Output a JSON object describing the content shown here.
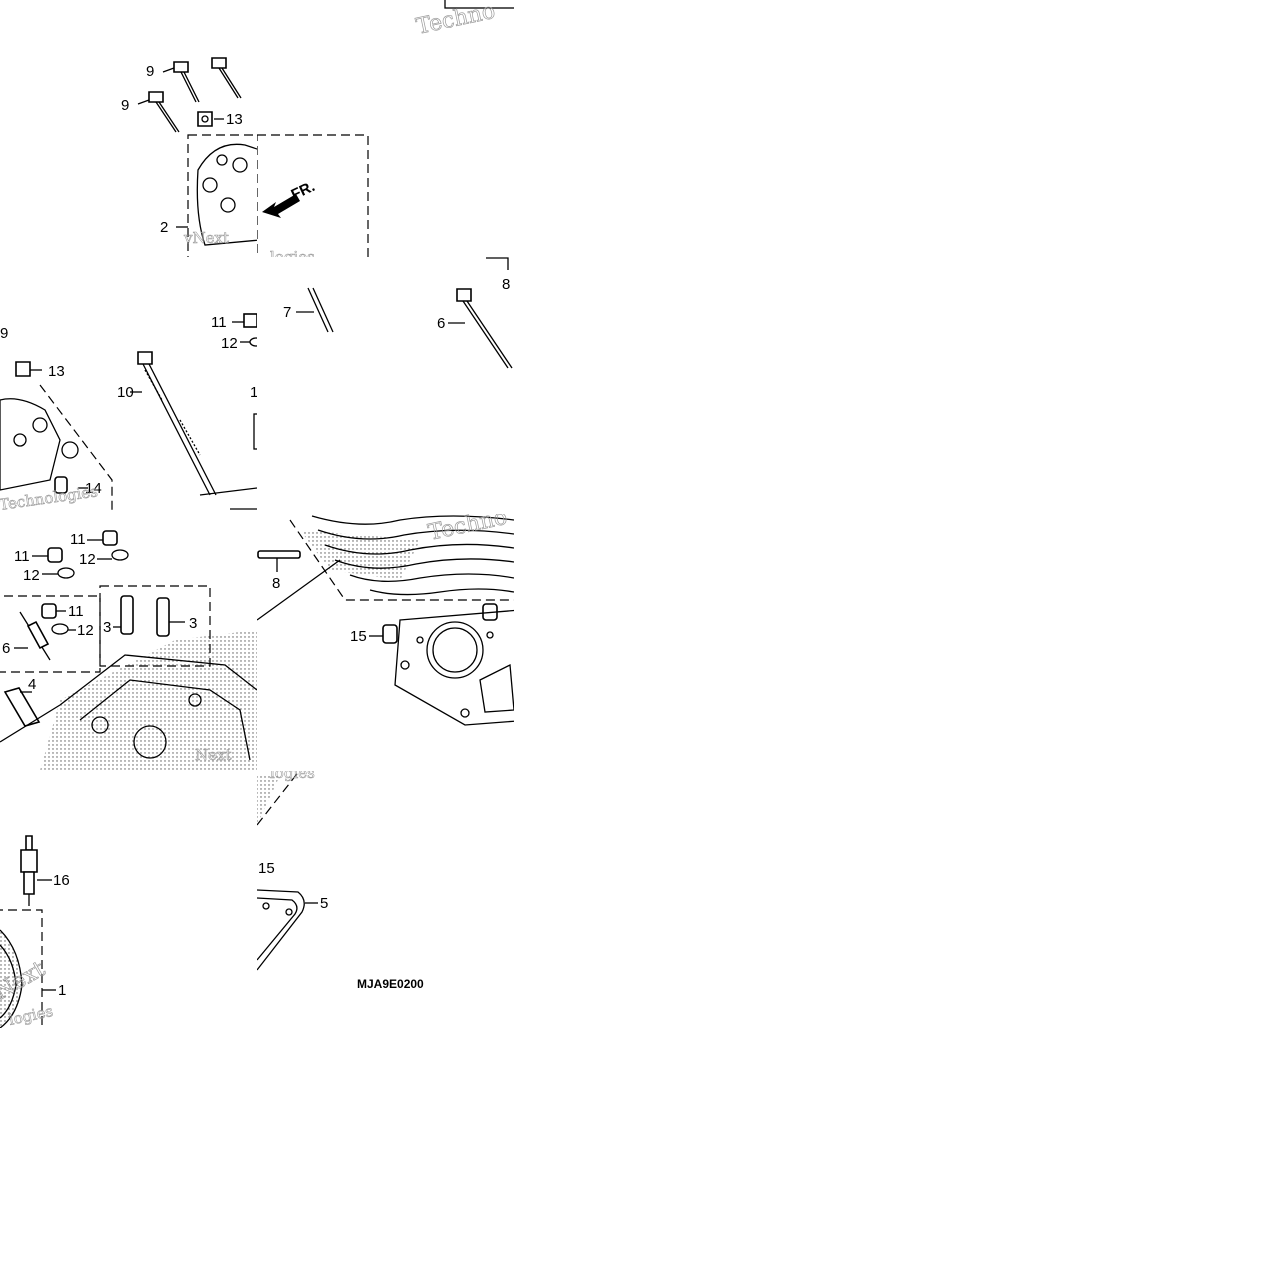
{
  "diagram": {
    "part_code": "MJA9E0200",
    "arrow_label": "FR.",
    "watermark_words": [
      "Techno",
      "vNext",
      "logies",
      "Technologies",
      "Next"
    ]
  },
  "callouts": {
    "c1": "9",
    "c2": "9",
    "c3": "13",
    "c4": "2",
    "c5": "7",
    "c6": "6",
    "c7": "8",
    "c8": "9",
    "c9": "13",
    "c10": "11",
    "c11": "12",
    "c12": "10",
    "c13": "1",
    "c14": "14",
    "c15": "11",
    "c16": "11",
    "c17": "12",
    "c18": "12",
    "c19": "11",
    "c20": "12",
    "c21": "3",
    "c22": "3",
    "c23": "6",
    "c24": "4",
    "c25": "8",
    "c26": "15",
    "c27": "16",
    "c28": "1",
    "c29": "15",
    "c30": "5"
  }
}
